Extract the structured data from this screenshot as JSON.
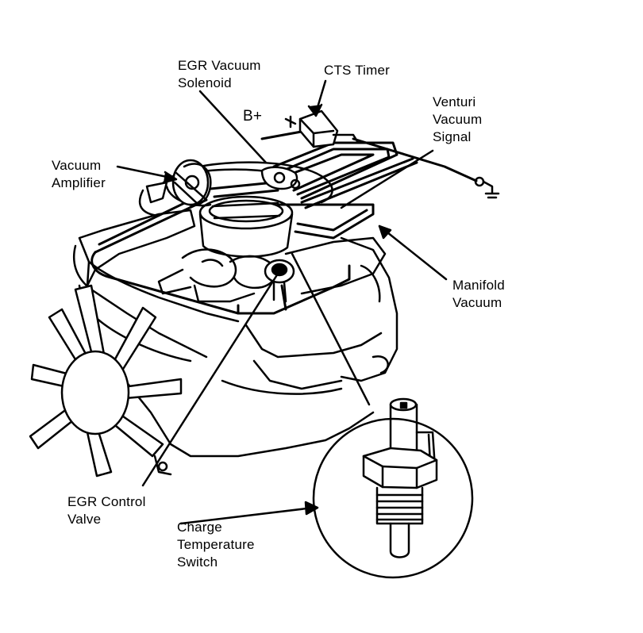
{
  "labels": {
    "egr_vacuum_solenoid": [
      "EGR Vacuum",
      "Solenoid"
    ],
    "cts_timer": "CTS Timer",
    "b_plus": "B+",
    "venturi_vacuum_signal": [
      "Venturi",
      "Vacuum",
      "Signal"
    ],
    "vacuum_amplifier": [
      "Vacuum",
      "Amplifier"
    ],
    "manifold_vacuum": [
      "Manifold",
      "Vacuum"
    ],
    "egr_control_valve": [
      "EGR Control",
      "Valve"
    ],
    "charge_temperature_switch": [
      "Charge",
      "Temperature",
      "Switch"
    ]
  },
  "colors": {
    "ink": "#000000",
    "paper": "#ffffff"
  }
}
